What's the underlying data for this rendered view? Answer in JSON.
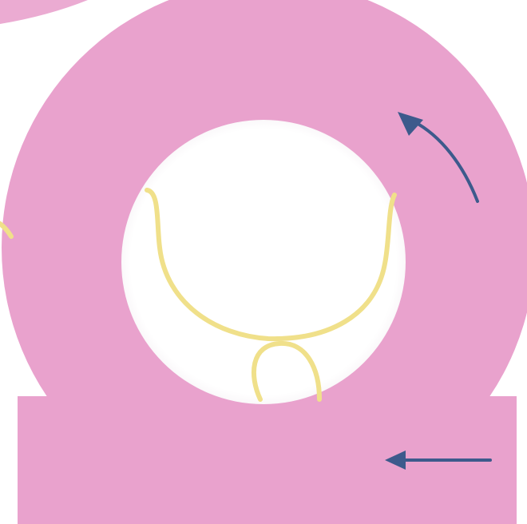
{
  "diagram": {
    "colors": {
      "background": "#ffffff",
      "ring": "#e9a2cd",
      "base": "#e9a2cd",
      "thread": "#f0e08a",
      "arrow": "#3d5a8c",
      "hole": "#ffffff"
    },
    "shapes": [
      {
        "name": "ring",
        "description": ""
      },
      {
        "name": "base-block",
        "description": ""
      },
      {
        "name": "yellow-thread-loop",
        "description": ""
      },
      {
        "name": "curved-arrow",
        "direction": "counter-clockwise"
      },
      {
        "name": "straight-arrow",
        "direction": "left"
      }
    ]
  }
}
